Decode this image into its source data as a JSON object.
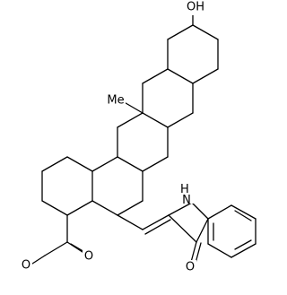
{
  "molecule": {
    "labels": {
      "hydroxyl": "OH",
      "methyl": "Me",
      "nh": "H\nN",
      "ester_oxygen_1": "O",
      "ester_oxygen_2": "O",
      "ketone_oxygen": "O"
    }
  }
}
